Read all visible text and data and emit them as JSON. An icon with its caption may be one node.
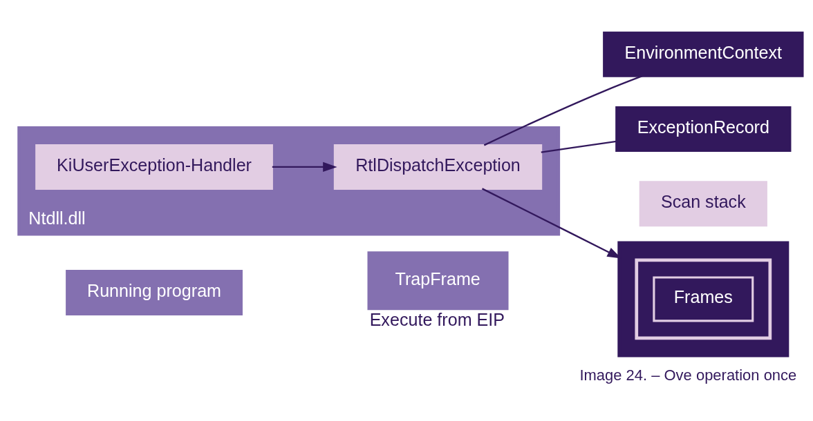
{
  "diagram": {
    "caption": "Image 24. – Ove operation once",
    "nodes": [
      {
        "text": [
          "Running program"
        ]
      },
      {
        "text": [
          "TrapFrame"
        ],
        "beside": [
          "Execute from EIP"
        ]
      },
      {
        "text": [
          "EnvironmentContext"
        ]
      },
      {
        "text": [
          "ExceptionRecord"
        ]
      },
      {
        "text": [
          "Ntdll.dll"
        ]
      },
      {
        "text": [
          "KiUserException-Handler"
        ],
        "in": 4
      },
      {
        "text": [
          "RtlDispatchException"
        ],
        "in": 4
      },
      {
        "text": [
          "Scan stack"
        ]
      },
      {
        "text": [],
        "shape": "box"
      },
      {
        "text": [],
        "shape": "box",
        "in": 8
      },
      {
        "text": [
          "Frames"
        ],
        "in": 9
      }
    ],
    "edges": [
      {
        "from": 5,
        "to": 6,
        "arrow": "to"
      },
      {
        "from": 6,
        "to": 2,
        "arrow": "none"
      },
      {
        "from": 6,
        "to": 3,
        "arrow": "none"
      },
      {
        "from": 6,
        "to": 8,
        "arrow": "to"
      }
    ]
  }
}
